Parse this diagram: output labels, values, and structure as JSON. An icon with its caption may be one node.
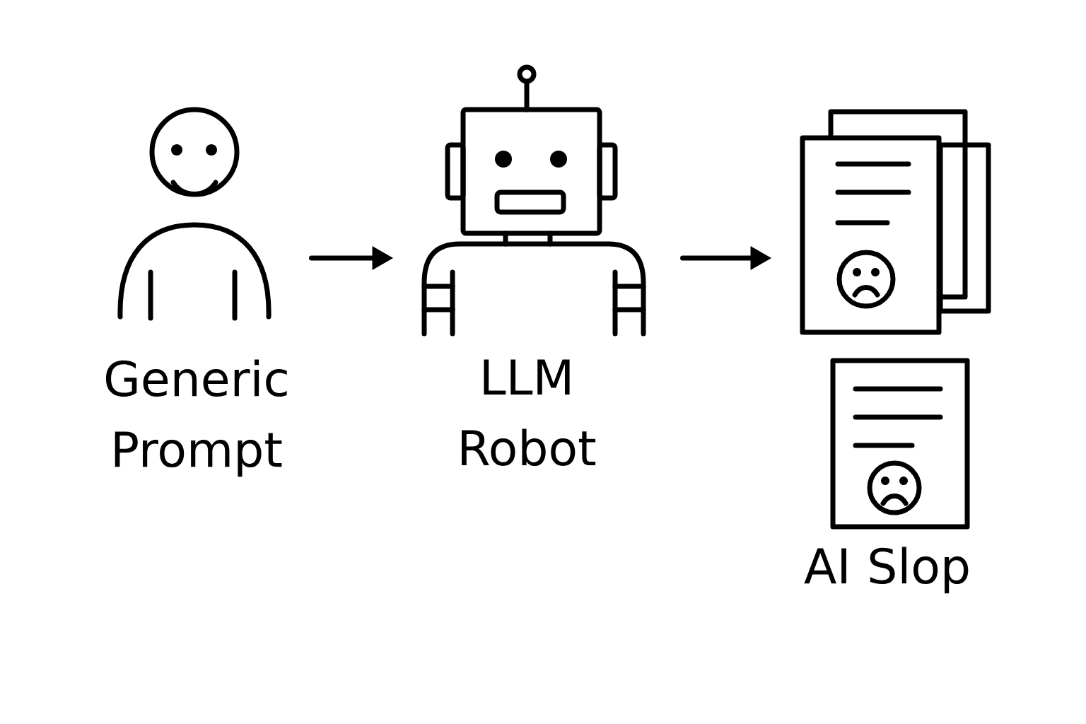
{
  "diagram": {
    "nodes": [
      {
        "text": [
          "Generic Prompt"
        ]
      },
      {
        "text": [
          "LLM Robot"
        ]
      },
      {
        "text": [
          "AI Slop"
        ]
      }
    ],
    "edges": [
      {
        "from": 0,
        "to": 1,
        "arrow": "to"
      },
      {
        "from": 1,
        "to": 2,
        "arrow": "to"
      }
    ]
  }
}
